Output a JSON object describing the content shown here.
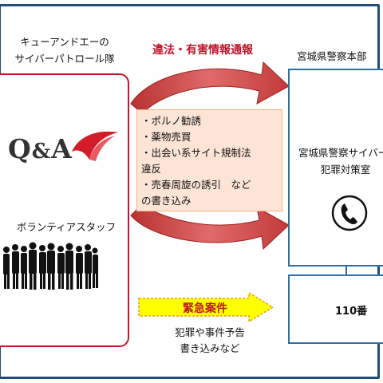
{
  "patrol_team": {
    "caption_line1": "キューアンドエーの",
    "caption_line2": "サイバーパトロール隊",
    "logo_text": "Q&A",
    "volunteer_label": "ボランティアスタッフ"
  },
  "report_flow": {
    "title": "違法・有害情報通報",
    "items": [
      "・ポルノ勧誘",
      "・薬物売買",
      "・出会い系サイト規制法",
      "違反",
      "・売春周旋の誘引　など",
      "の書き込み"
    ]
  },
  "police_hq": {
    "caption": "宮城県警察本部",
    "title_line1": "宮城県警察サイバー",
    "title_line2": "犯罪対策室",
    "phone_icon": "telephone-icon"
  },
  "emergency": {
    "label": "緊急案件",
    "desc_line1": "犯罪や事件予告",
    "desc_line2": "書き込みなど",
    "number": "110番"
  },
  "colors": {
    "frame": "#1f4e79",
    "accent_red": "#c0152a",
    "list_bg": "#fce4d6",
    "police_blue": "#2f6fa7",
    "arrow_yellow": "#ffff00"
  }
}
